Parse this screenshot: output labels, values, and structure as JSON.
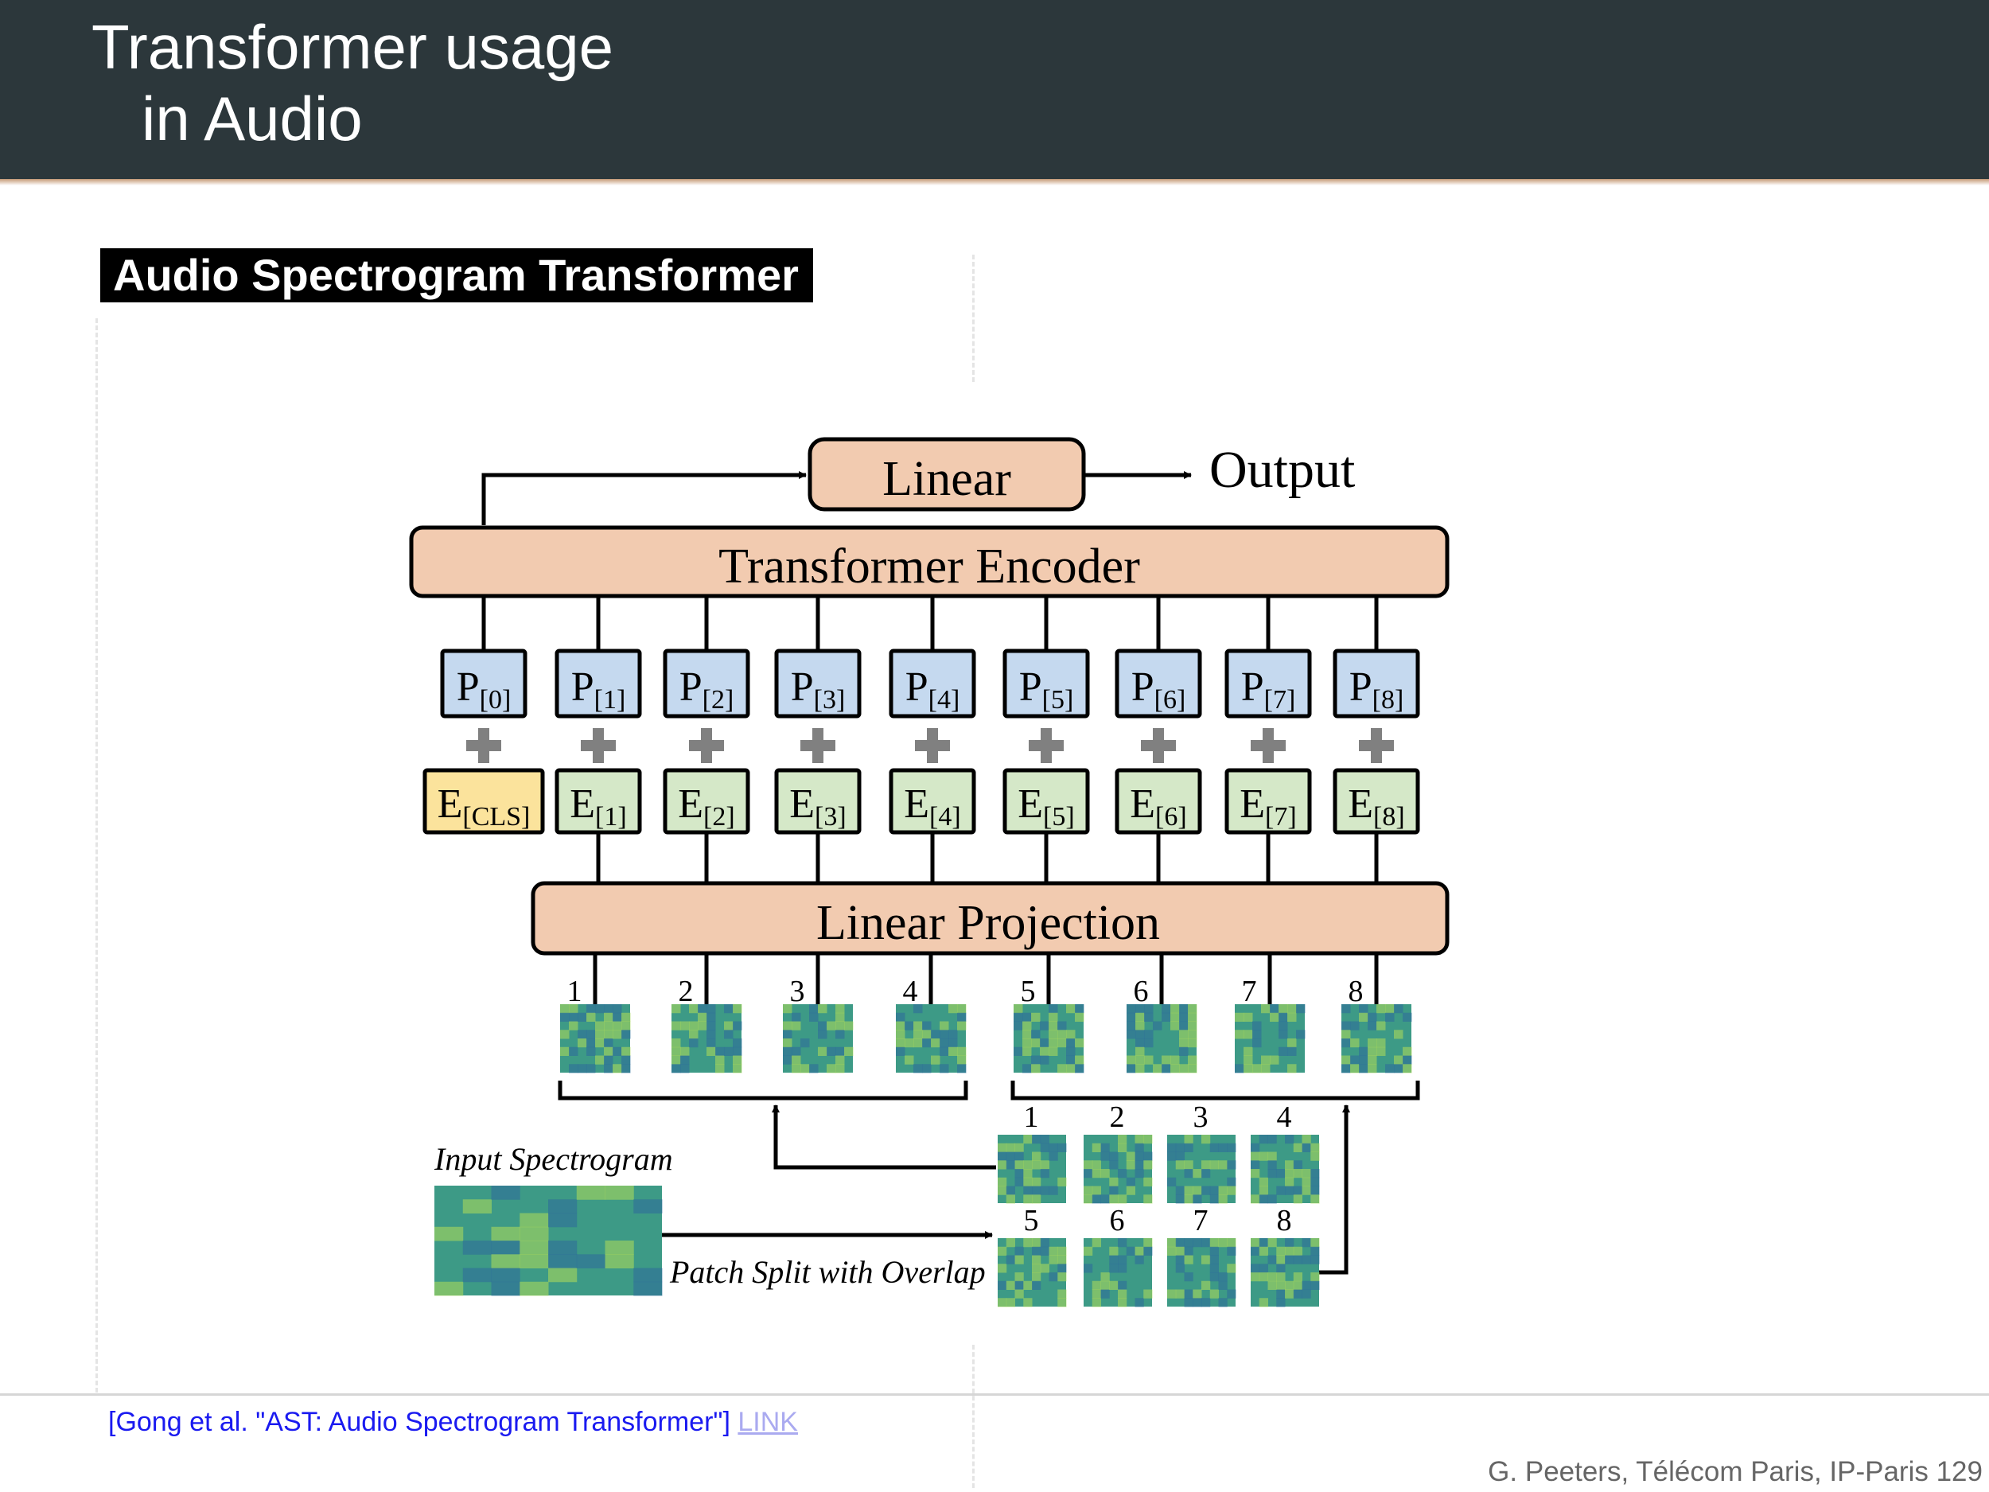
{
  "slide": {
    "title_line1": "Transformer usage",
    "title_line2": "in Audio",
    "section_label": "Audio Spectrogram Transformer",
    "citation": "[Gong et al. \"AST: Audio Spectrogram Transformer\"]",
    "citation_link": "LINK",
    "footer": "G. Peeters, Télécom Paris, IP-Paris 129"
  },
  "diagram": {
    "linear_label": "Linear",
    "output_label": "Output",
    "encoder_label": "Transformer Encoder",
    "projection_label": "Linear Projection",
    "input_label": "Input Spectrogram",
    "patch_split_label": "Patch Split with Overlap",
    "position_embeddings": [
      "0",
      "1",
      "2",
      "3",
      "4",
      "5",
      "6",
      "7",
      "8"
    ],
    "patch_embeddings": [
      "CLS",
      "1",
      "2",
      "3",
      "4",
      "5",
      "6",
      "7",
      "8"
    ],
    "patch_numbers": [
      "1",
      "2",
      "3",
      "4",
      "5",
      "6",
      "7",
      "8"
    ],
    "colors": {
      "peach": "#f2cbb0",
      "blue": "#c5d9ef",
      "green": "#d5e8c8",
      "yellow": "#fbe39c",
      "plus": "#808080",
      "spectro_dark": "#2f6e9b",
      "spectro_mid": "#3d9a86",
      "spectro_light": "#a9d85c"
    }
  }
}
